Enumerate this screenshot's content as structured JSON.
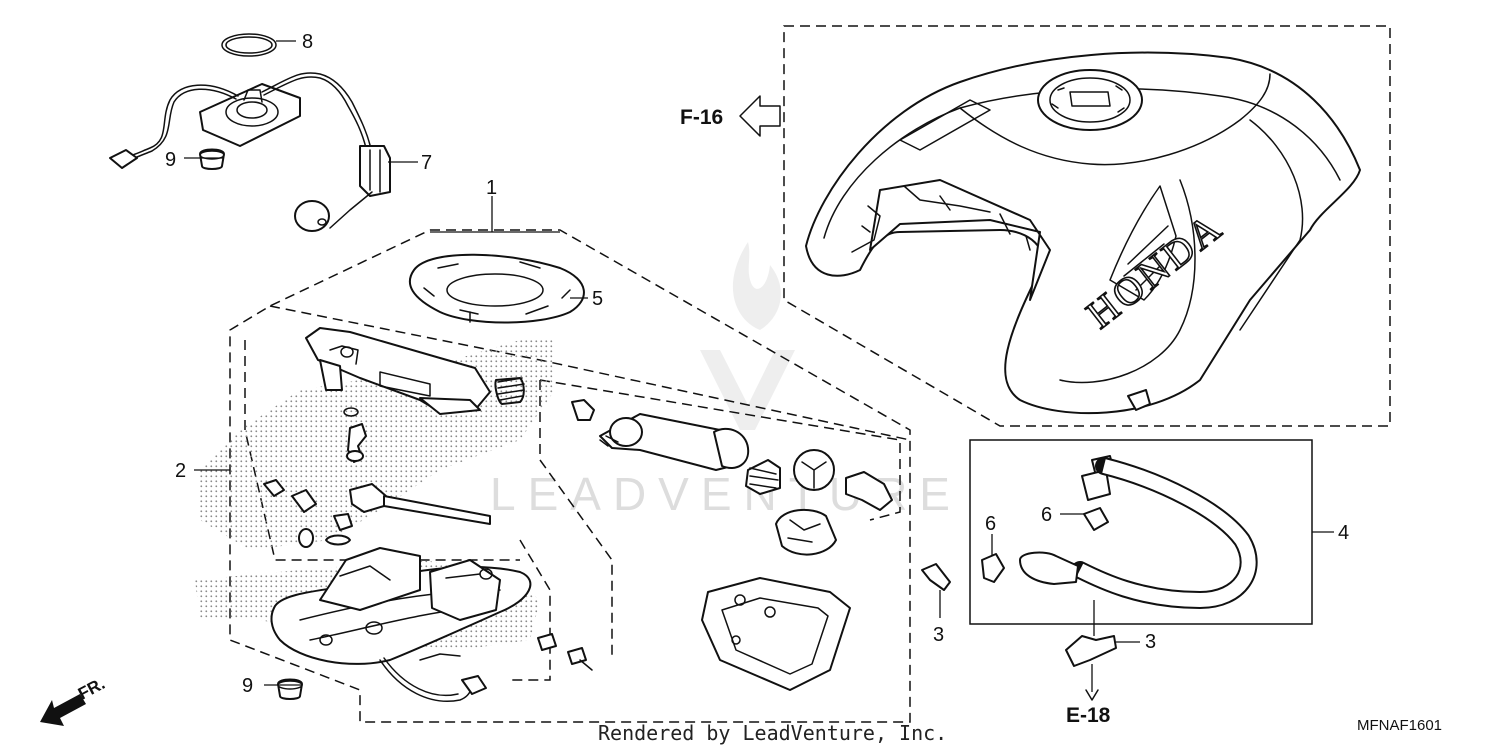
{
  "diagram": {
    "callouts": {
      "c1": "1",
      "c2": "2",
      "c3a": "3",
      "c3b": "3",
      "c4": "4",
      "c5": "5",
      "c6a": "6",
      "c6b": "6",
      "c7": "7",
      "c8": "8",
      "c9a": "9",
      "c9b": "9"
    },
    "refs": {
      "f16": "F-16",
      "e18": "E-18"
    },
    "direction_label": "FR.",
    "tank_brand": "HONDA",
    "diagram_code": "MFNAF1601",
    "watermark": "LEADVENTURE",
    "credit": "Rendered by LeadVenture, Inc."
  }
}
